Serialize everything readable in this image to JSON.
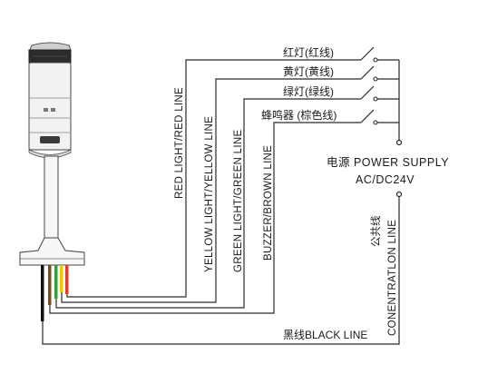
{
  "labels": {
    "red_light_cn": "红灯(红线)",
    "yellow_light_cn": "黄灯(黄线)",
    "green_light_cn": "绿灯(绿线)",
    "buzzer_cn": "蜂鸣器 (棕色线)",
    "power_supply": "电源 POWER SUPPLY",
    "voltage": "AC/DC24V",
    "red_line": "RED LIGHT/RED LINE",
    "yellow_line": "YELLOW LIGHT/YELLOW LINE",
    "green_line": "GREEN LIGHT/GREEN LINE",
    "brown_line": "BUZZER/BROWN LINE",
    "common_cn": "公共线",
    "common_en": "CONENTRATLON LINE",
    "black_line": "黑线BLACK LINE"
  },
  "wire_colors": {
    "red": "#e03a2a",
    "yellow": "#f2c300",
    "green": "#2fa13a",
    "brown": "#7a4a22",
    "black": "#111111"
  }
}
